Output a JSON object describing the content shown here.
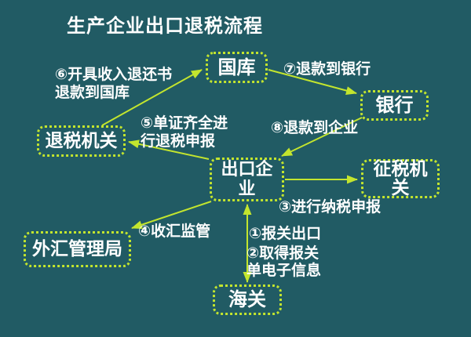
{
  "title": "生产企业出口退税流程",
  "colors": {
    "background": "#215b64",
    "accent": "#c3e52e",
    "text": "#ffffff"
  },
  "nodes": {
    "treasury": {
      "label": "国库"
    },
    "bank": {
      "label": "银行"
    },
    "refund_authority": {
      "label": "退税机关"
    },
    "export_enterprise": {
      "label": "出口企业"
    },
    "tax_authority": {
      "label": "征税机关"
    },
    "forex_admin": {
      "label": "外汇管理局"
    },
    "customs": {
      "label": "海关"
    }
  },
  "edges": {
    "step1": {
      "label": "①报关出口"
    },
    "step2": {
      "label": "②取得报关\n单电子信息"
    },
    "step3": {
      "label": "③进行纳税申报"
    },
    "step4": {
      "label": "④收汇监管"
    },
    "step5": {
      "label": "⑤单证齐全进\n行退税申报"
    },
    "step6": {
      "label": "⑥开具收入退还书\n退款到国库"
    },
    "step7": {
      "label": "⑦退款到银行"
    },
    "step8": {
      "label": "⑧退款到企业"
    }
  }
}
